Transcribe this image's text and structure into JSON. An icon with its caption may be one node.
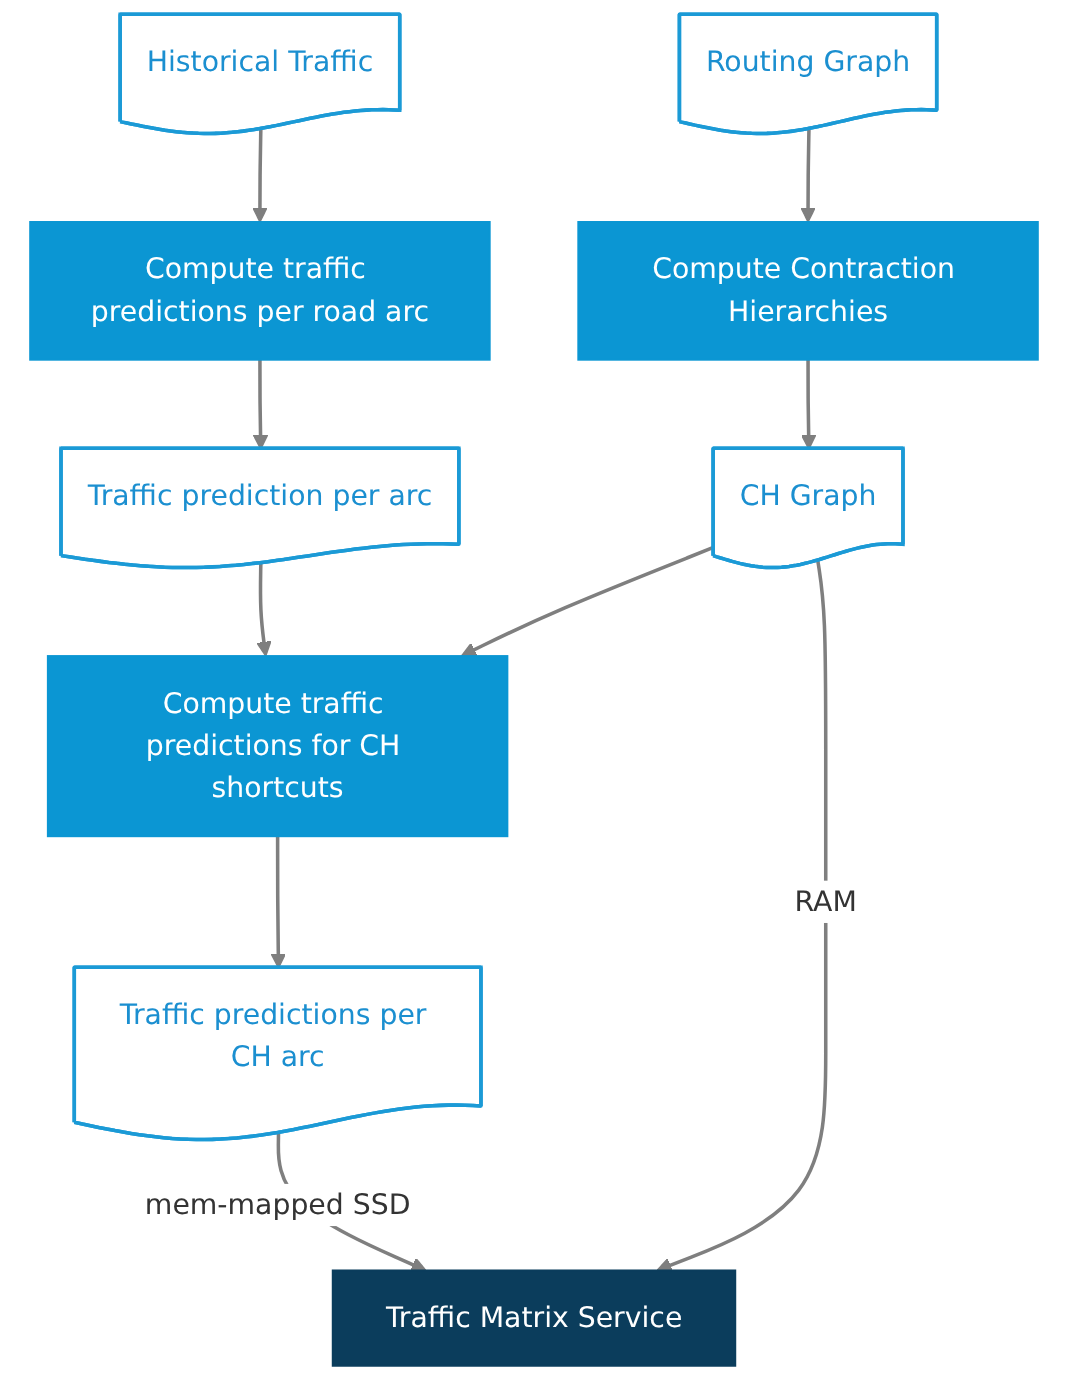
{
  "diagram": {
    "nodes": [
      {
        "text": [
          "Historical Traffic"
        ]
      },
      {
        "text": [
          "Routing Graph"
        ]
      },
      {
        "text": [
          "Compute traffic predictions per road arc"
        ]
      },
      {
        "text": [
          "Compute Contraction Hierarchies"
        ]
      },
      {
        "text": [
          "Traffic prediction per arc"
        ]
      },
      {
        "text": [
          "CH Graph"
        ]
      },
      {
        "text": [
          "Compute traffic predictions for CH shortcuts"
        ]
      },
      {
        "text": [
          "Traffic predictions per CH arc"
        ]
      },
      {
        "text": [
          "Traffic Matrix Service"
        ]
      }
    ],
    "edges": [
      {
        "from": 0,
        "to": 2,
        "arrow": "to"
      },
      {
        "from": 1,
        "to": 3,
        "arrow": "to"
      },
      {
        "from": 2,
        "to": 4,
        "arrow": "to"
      },
      {
        "from": 3,
        "to": 5,
        "arrow": "to"
      },
      {
        "from": 4,
        "to": 6,
        "arrow": "to"
      },
      {
        "from": 5,
        "to": 6,
        "arrow": "to"
      },
      {
        "from": 6,
        "to": 7,
        "arrow": "to"
      },
      {
        "from": 7,
        "to": 8,
        "arrow": "to",
        "label": "mem-mapped SSD"
      },
      {
        "from": 5,
        "to": 8,
        "arrow": "to",
        "label": "RAM"
      }
    ]
  }
}
